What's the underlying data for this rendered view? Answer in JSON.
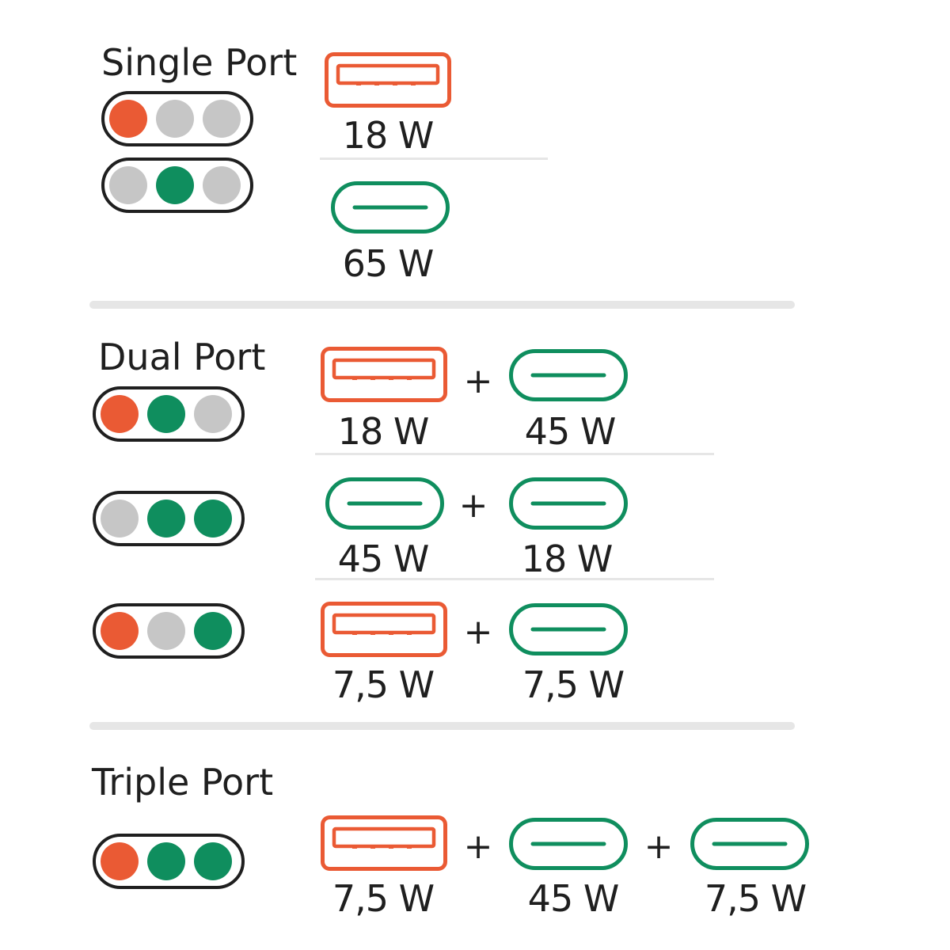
{
  "colors": {
    "usb_a": "#ea5a34",
    "usb_c": "#0f8e5e",
    "inactive": "#c6c6c6",
    "outline": "#1f1f1f",
    "divider": "#e6e6e6"
  },
  "sections": [
    {
      "title": "Single Port",
      "configs": [
        {
          "indicator": [
            "usb_a",
            "inactive",
            "inactive"
          ],
          "ports": [
            {
              "type": "usb-a",
              "power": "18 W"
            }
          ]
        },
        {
          "indicator": [
            "inactive",
            "usb_c",
            "inactive"
          ],
          "ports": [
            {
              "type": "usb-c",
              "power": "65 W"
            }
          ]
        }
      ]
    },
    {
      "title": "Dual Port",
      "configs": [
        {
          "indicator": [
            "usb_a",
            "usb_c",
            "inactive"
          ],
          "ports": [
            {
              "type": "usb-a",
              "power": "18 W"
            },
            {
              "type": "usb-c",
              "power": "45 W"
            }
          ]
        },
        {
          "indicator": [
            "inactive",
            "usb_c",
            "usb_c"
          ],
          "ports": [
            {
              "type": "usb-c",
              "power": "45 W"
            },
            {
              "type": "usb-c",
              "power": "18 W"
            }
          ]
        },
        {
          "indicator": [
            "usb_a",
            "inactive",
            "usb_c"
          ],
          "ports": [
            {
              "type": "usb-a",
              "power": "7,5 W"
            },
            {
              "type": "usb-c",
              "power": "7,5 W"
            }
          ]
        }
      ]
    },
    {
      "title": "Triple Port",
      "configs": [
        {
          "indicator": [
            "usb_a",
            "usb_c",
            "usb_c"
          ],
          "ports": [
            {
              "type": "usb-a",
              "power": "7,5 W"
            },
            {
              "type": "usb-c",
              "power": "45 W"
            },
            {
              "type": "usb-c",
              "power": "7,5 W"
            }
          ]
        }
      ]
    }
  ],
  "plus_sign": "+"
}
